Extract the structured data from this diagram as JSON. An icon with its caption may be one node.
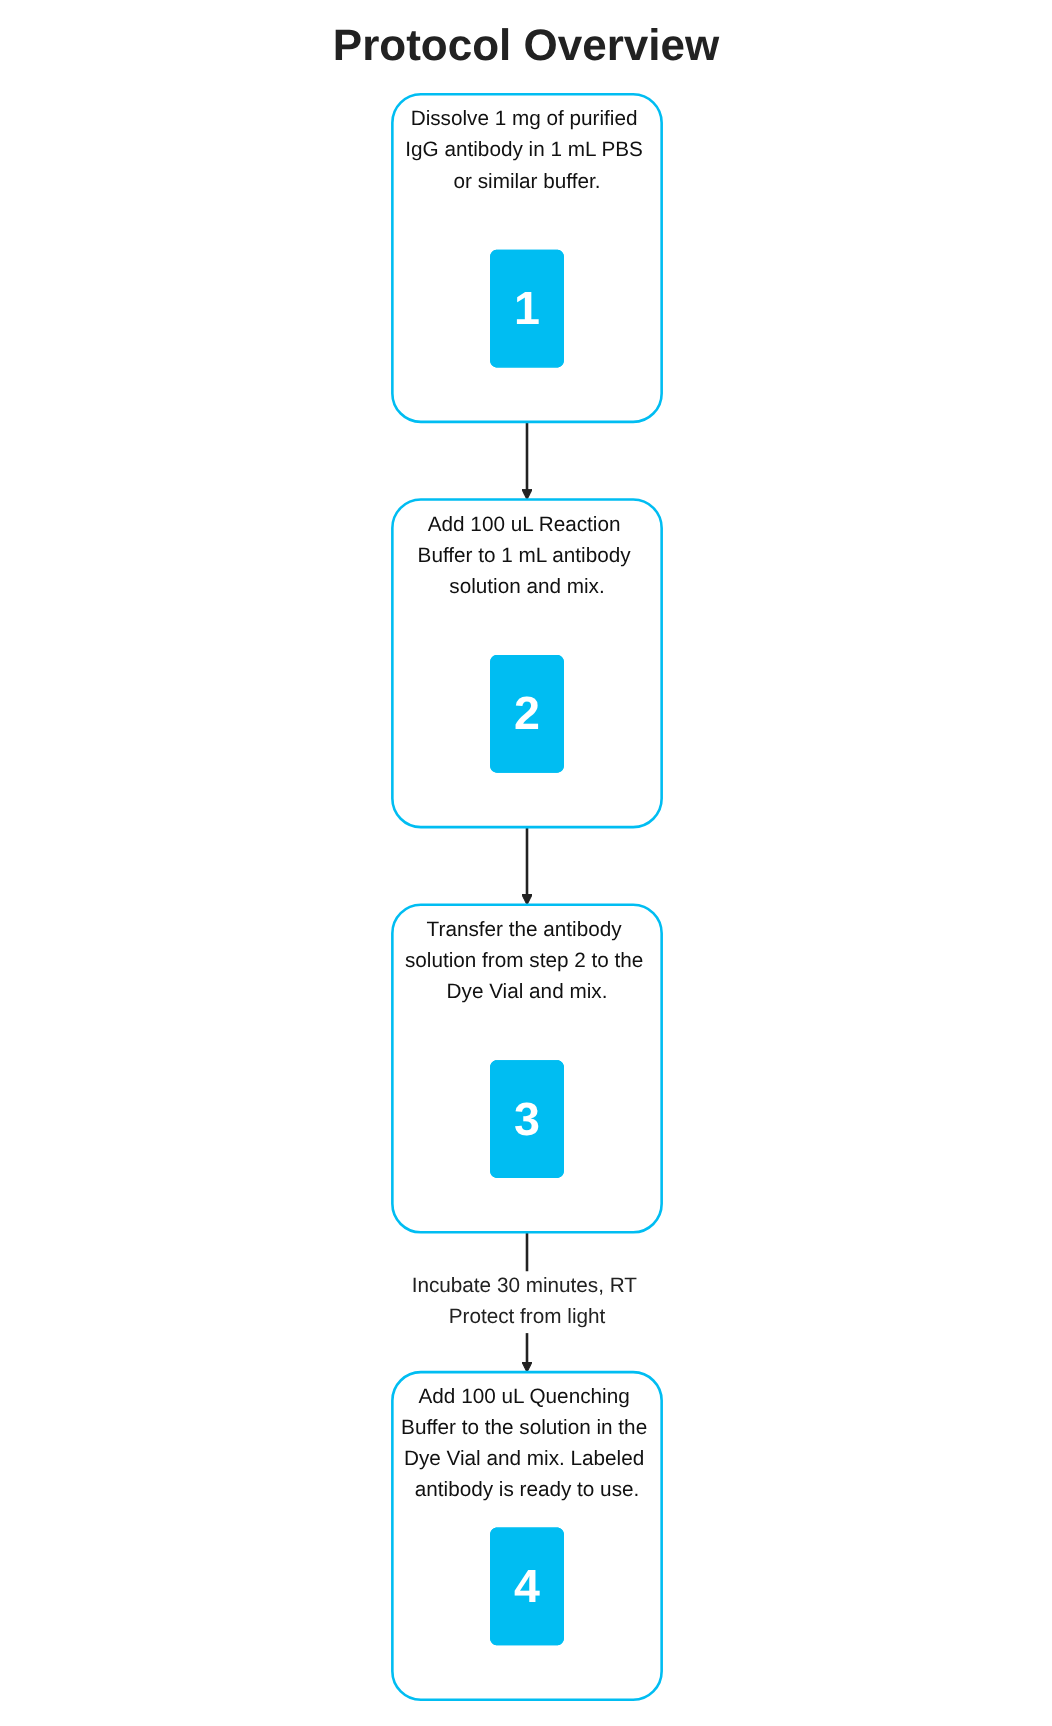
{
  "diagram": {
    "title": "Protocol Overview",
    "nodes": [
      {
        "text": [
          "Dissolve 1 mg of purified IgG antibody in 1 mL PBS or similar buffer."
        ]
      },
      {
        "text": [
          "1"
        ],
        "in": 0
      },
      {
        "text": [
          "Add 100 uL Reaction Buffer to 1 mL antibody solution and mix."
        ]
      },
      {
        "text": [
          "2"
        ],
        "in": 2
      },
      {
        "text": [
          "Transfer the antibody solution from step 2 to the Dye Vial and mix."
        ]
      },
      {
        "text": [
          "3"
        ],
        "in": 4
      },
      {
        "text": [
          "Add 100 uL Quenching Buffer to the solution in the Dye Vial and mix. Labeled antibody is ready to use."
        ]
      },
      {
        "text": [
          "4"
        ],
        "in": 6
      }
    ],
    "edges": [
      {
        "from": 0,
        "to": 2,
        "arrow": "to"
      },
      {
        "from": 2,
        "to": 4,
        "arrow": "to"
      },
      {
        "from": 4,
        "to": 6,
        "arrow": "to",
        "label": "Incubate 30 minutes, RT Protect from light"
      }
    ]
  }
}
